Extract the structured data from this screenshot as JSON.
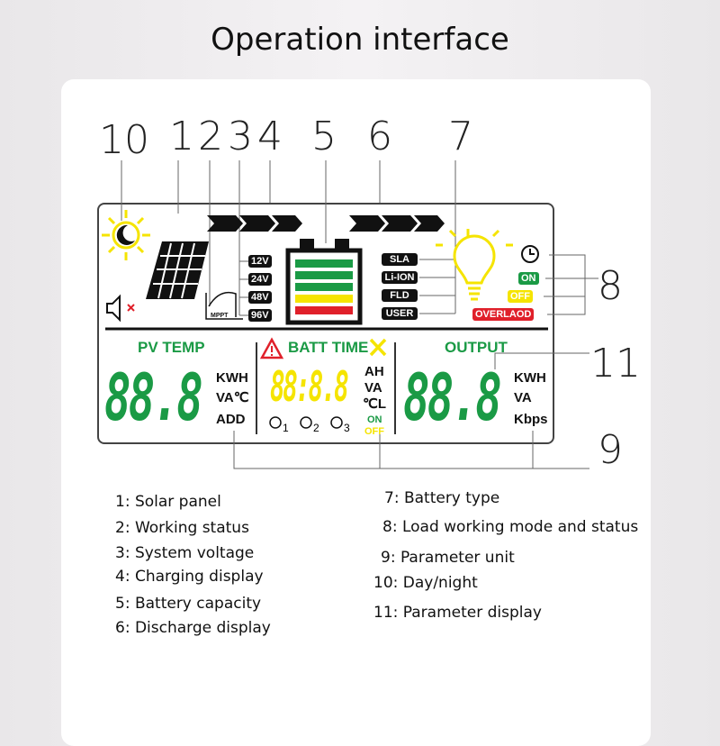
{
  "title": "Operation interface",
  "callouts": {
    "n10": "10",
    "n1": "1",
    "n2": "2",
    "n3": "3",
    "n4": "4",
    "n5": "5",
    "n6": "6",
    "n7": "7",
    "n8": "8",
    "n9": "9",
    "n11": "11"
  },
  "lcd": {
    "voltages": [
      "12V",
      "24V",
      "48V",
      "96V"
    ],
    "mppt": "MPPT",
    "battery_types": [
      "SLA",
      "Li-ION",
      "FLD",
      "USER"
    ],
    "load_status": {
      "on": "ON",
      "off": "OFF",
      "overload": "OVERLAOD"
    },
    "pv_temp": {
      "label": "PV TEMP",
      "digits": "88.8",
      "units": [
        "KWH",
        "VA℃",
        "ADD"
      ]
    },
    "batt_time": {
      "label": "BATT TIME",
      "digits": "88:8.8",
      "units": [
        "AH",
        "VA",
        "℃L"
      ],
      "on": "ON",
      "off": "OFF",
      "timers": [
        "1",
        "2",
        "3"
      ]
    },
    "output": {
      "label": "OUTPUT",
      "digits": "88.8",
      "units": [
        "KWH",
        "VA",
        "Kbps"
      ]
    }
  },
  "legend_left": [
    "1: Solar panel",
    "2: Working status",
    "3: System voltage",
    "4: Charging display",
    "5: Battery capacity",
    "6: Discharge display"
  ],
  "legend_right": [
    "7: Battery type",
    "8: Load working mode and status",
    "9: Parameter unit",
    "10: Day/night",
    "11: Parameter display"
  ],
  "colors": {
    "green": "#1a9a45",
    "yellow": "#f5e400",
    "red": "#e0202a"
  }
}
